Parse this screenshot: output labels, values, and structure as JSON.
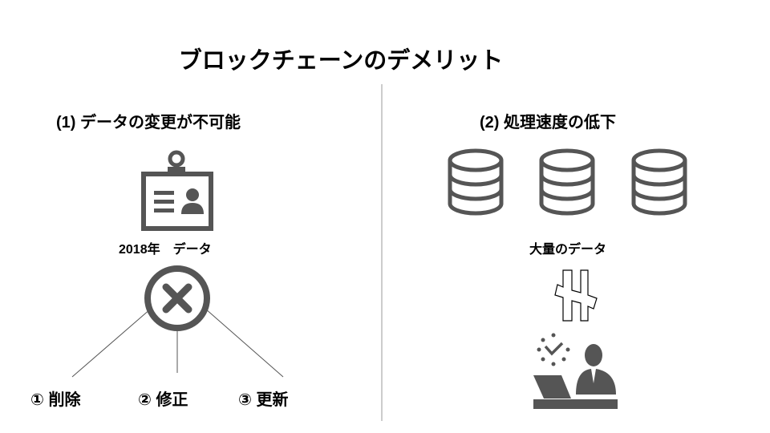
{
  "title": "ブロックチェーンのデメリット",
  "left": {
    "heading": "(1) データの変更が不可能",
    "data_label": "2018年　データ",
    "options": [
      "① 削除",
      "② 修正",
      "③ 更新"
    ]
  },
  "right": {
    "heading": "(2) 処理速度の低下",
    "data_label": "大量のデータ"
  },
  "colors": {
    "icon": "#555555",
    "divider": "#999999"
  }
}
